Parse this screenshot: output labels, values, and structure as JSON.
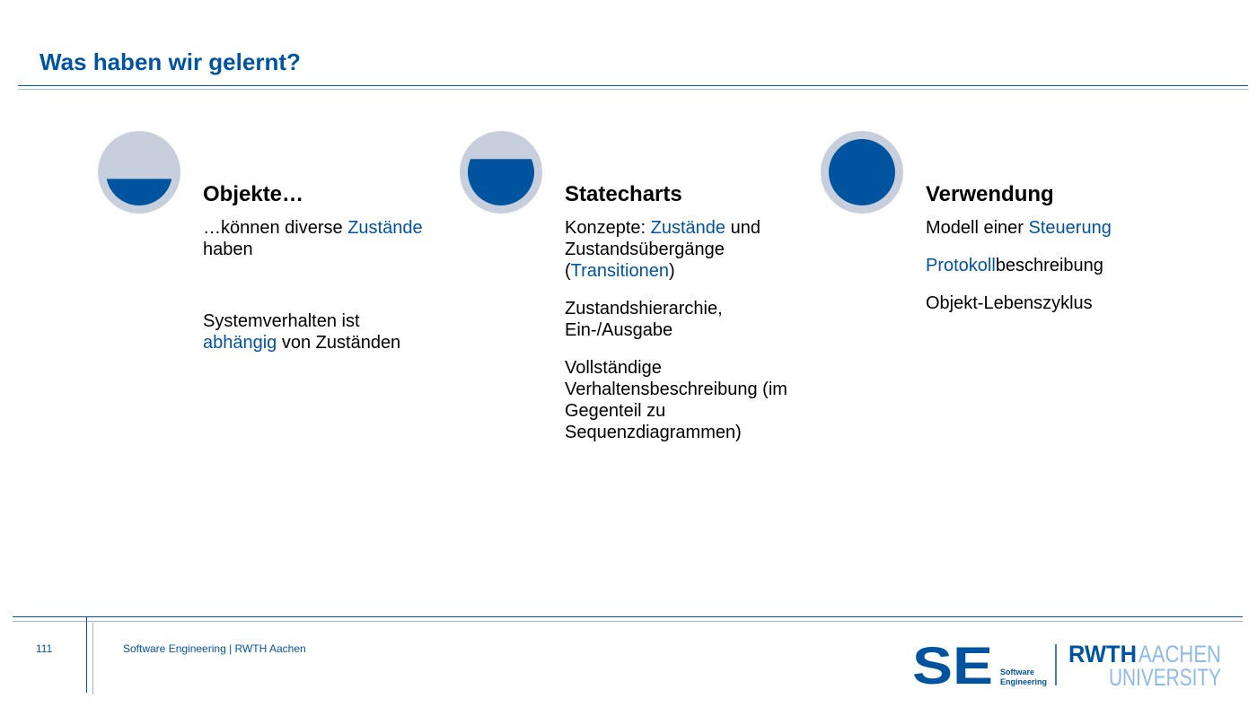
{
  "slide": {
    "title": "Was haben wir gelernt?"
  },
  "columns": [
    {
      "heading": "Objekte…",
      "progress": 0.4,
      "paragraphs": [
        [
          {
            "t": "…können diverse "
          },
          {
            "t": "Zustände",
            "hl": true
          },
          {
            "t": " haben"
          }
        ],
        [
          {
            "t": "Systemverhalten ist "
          },
          {
            "t": "abhängig",
            "hl": true
          },
          {
            "t": "  von Zuständen"
          }
        ]
      ]
    },
    {
      "heading": "Statecharts",
      "progress": 0.7,
      "paragraphs": [
        [
          {
            "t": "Konzepte: "
          },
          {
            "t": "Zustände",
            "hl": true
          },
          {
            "t": " und Zustandsübergänge ("
          },
          {
            "t": "Transitionen",
            "hl": true
          },
          {
            "t": ")"
          }
        ],
        [
          {
            "t": "Zustandshierarchie, Ein-/Ausgabe"
          }
        ],
        [
          {
            "t": "Vollständige Verhaltensbeschreibung (im Gegenteil zu Sequenzdiagrammen)"
          }
        ]
      ]
    },
    {
      "heading": "Verwendung",
      "progress": 1.0,
      "paragraphs": [
        [
          {
            "t": "Modell einer "
          },
          {
            "t": "Steuerung",
            "hl": true
          }
        ],
        [
          {
            "t": "Protokoll",
            "hl": true
          },
          {
            "t": "beschreibung"
          }
        ],
        [
          {
            "t": "Objekt-Lebenszyklus"
          }
        ]
      ]
    }
  ],
  "footer": {
    "page_number": "111",
    "text": "Software Engineering  |  RWTH Aachen"
  },
  "logos": {
    "se_letters": "SE",
    "se_caption_line1": "Software",
    "se_caption_line2": "Engineering",
    "rwth_word": "RWTH",
    "aachen_word": "AACHEN",
    "university_word": "UNIVERSITY"
  },
  "colors": {
    "accent": "#00549f",
    "light_accent": "#8ebae5",
    "ring_gray": "#c8cfdc"
  }
}
